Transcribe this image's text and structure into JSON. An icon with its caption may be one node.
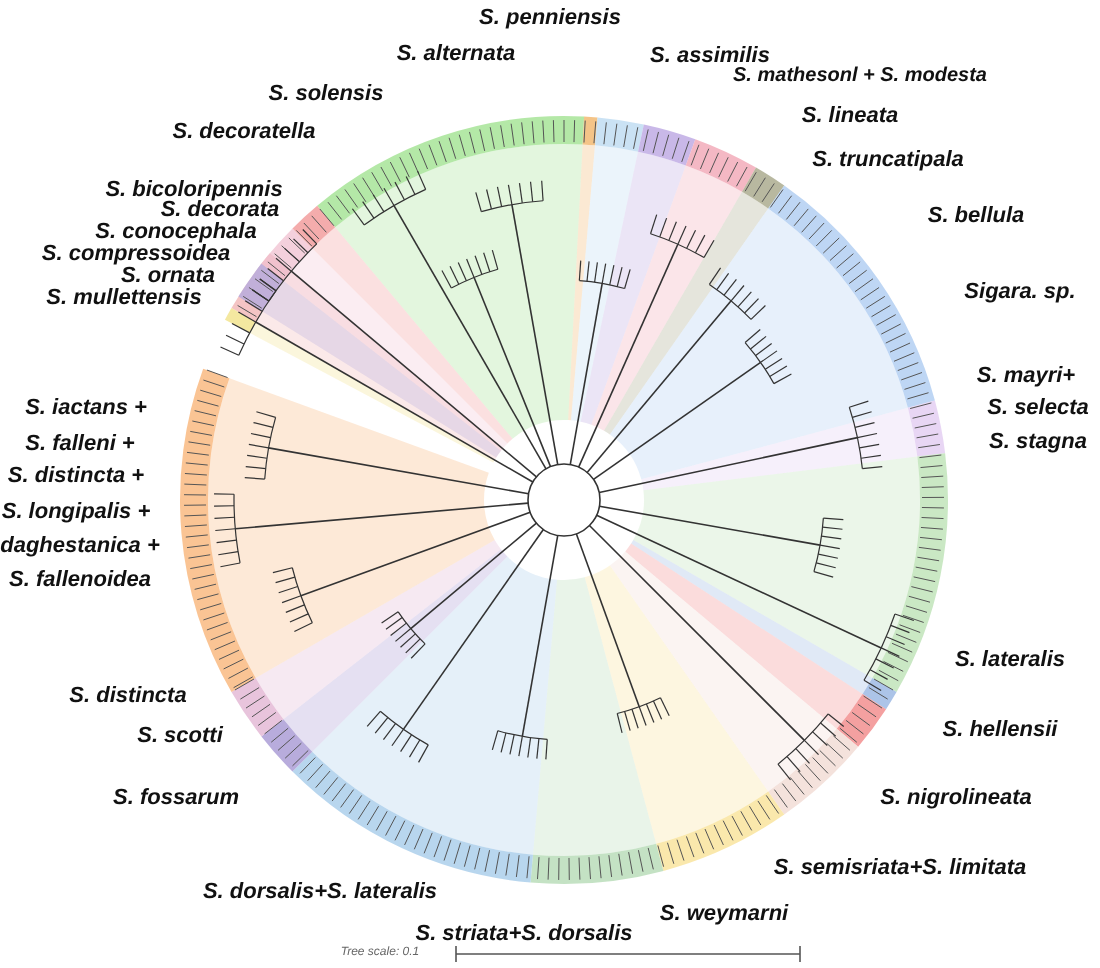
{
  "diagram": {
    "labels": [
      "S. penniensis",
      "S. alternata",
      "S. assimilis",
      "S. mathesonl + S. modesta",
      "S. solensis",
      "S. lineata",
      "S. decoratella",
      "S. truncatipala",
      "S. bicoloripennis",
      "S. decorata",
      "S. bellula",
      "S. conocephala",
      "S. compressoidea",
      "S. ornata",
      "Sigara. sp.",
      "S. mullettensis",
      "S. mayri+",
      "S. iactans +",
      "S. selecta",
      "S. stagna",
      "S. falleni +",
      "S. distincta +",
      "S. longipalis +",
      "daghestanica +",
      "S. fallenoidea",
      "S. lateralis",
      "S. distincta",
      "S. hellensii",
      "S. scotti",
      "S. nigrolineata",
      "S. fossarum",
      "S. semisriata+S. limitata",
      "S. dorsalis+S. lateralis",
      "S. weymarni",
      "S. striata+S. dorsalis",
      "Tree scale: 0.1"
    ]
  }
}
